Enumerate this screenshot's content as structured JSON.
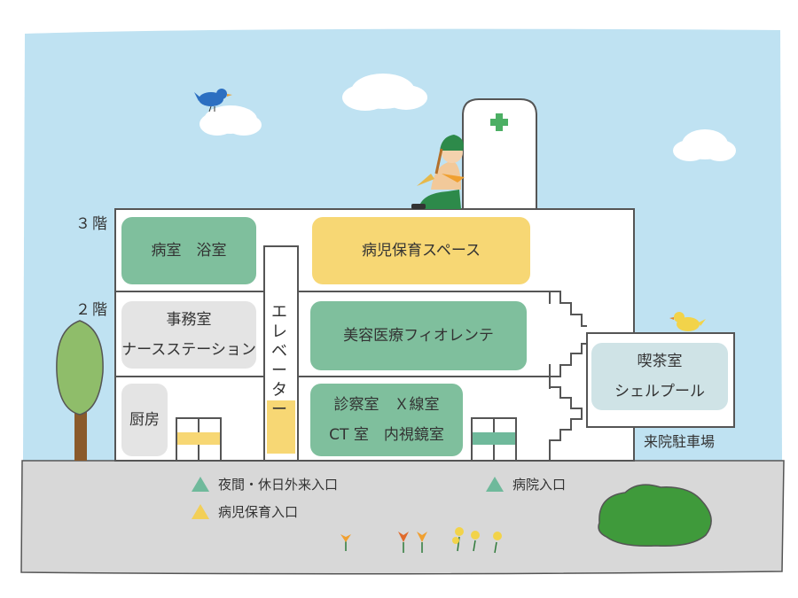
{
  "floors": {
    "third": "３階",
    "second": "２階"
  },
  "rooms": {
    "ward_bath": "病室　浴室",
    "sick_child_care": "病児保育スペース",
    "office_line1": "事務室",
    "office_line2": "ナースステーション",
    "elevator_chars": [
      "エ",
      "レ",
      "ベ",
      "ー",
      "タ",
      "ー"
    ],
    "beauty_clinic": "美容医療フィオレンテ",
    "kitchen": "厨房",
    "exam_line1": "診察室　Ｘ線室",
    "exam_line2": "CT 室　内視鏡室",
    "cafe_line1": "喫茶室",
    "cafe_line2": "シェルプール"
  },
  "parking": "来院駐車場",
  "legend": [
    {
      "label": "夜間・休日外来入口",
      "color": "#6fb99b"
    },
    {
      "label": "病院入口",
      "color": "#6fb99b"
    },
    {
      "label": "病児保育入口",
      "color": "#f2cf58"
    }
  ],
  "colors": {
    "sky": "#bfe2f2",
    "ground": "#d8d8d8",
    "green_room": "#7fbf9d",
    "yellow_room": "#f7d774",
    "grey_room": "#e4e4e4",
    "cafe_room": "#cfe3e6",
    "cross": "#4caf64"
  },
  "icons": [
    "blue-bird-icon",
    "yellow-bird-icon",
    "cross-icon",
    "tree-icon",
    "bush-icon",
    "tulip-icon",
    "cloud-icon"
  ]
}
